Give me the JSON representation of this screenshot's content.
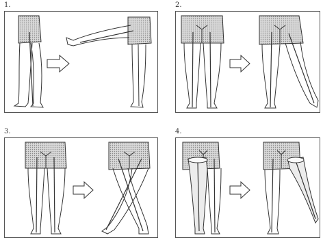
{
  "panels": [
    {
      "number": "1."
    },
    {
      "number": "2."
    },
    {
      "number": "3."
    },
    {
      "number": "4."
    }
  ],
  "colors": {
    "frame": "#555555",
    "line": "#333333",
    "shorts": "#cfcfcf",
    "prosthesis": "#e8e8e8"
  },
  "icons": [
    "right-arrow-icon"
  ]
}
